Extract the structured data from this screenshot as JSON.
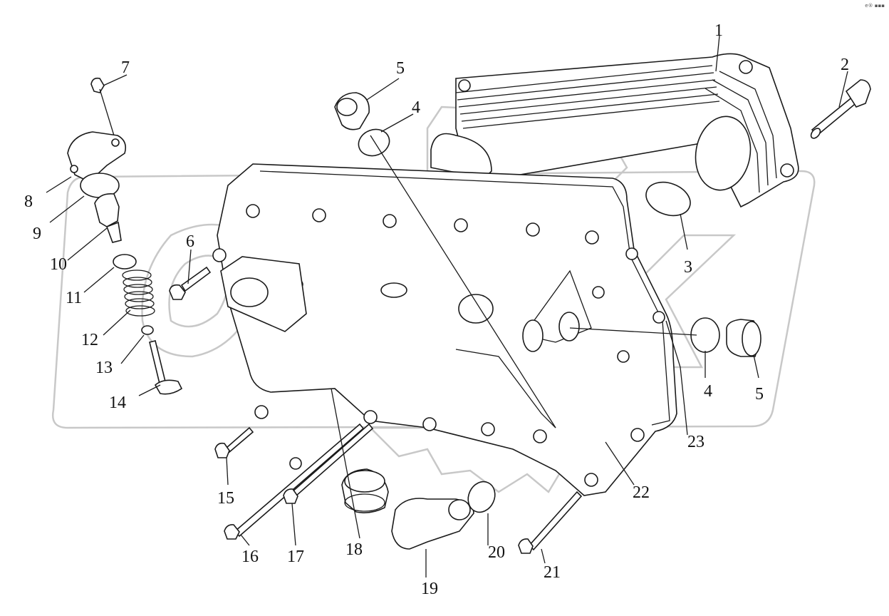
{
  "watermark": {
    "text": "OPEX",
    "color": "#c8c8c8"
  },
  "corner_mark": "e® ▪▪▪",
  "callouts": [
    {
      "id": "c1",
      "text": "1"
    },
    {
      "id": "c2",
      "text": "2"
    },
    {
      "id": "c3",
      "text": "3"
    },
    {
      "id": "c4a",
      "text": "4"
    },
    {
      "id": "c4b",
      "text": "4"
    },
    {
      "id": "c5a",
      "text": "5"
    },
    {
      "id": "c5b",
      "text": "5"
    },
    {
      "id": "c6",
      "text": "6"
    },
    {
      "id": "c7",
      "text": "7"
    },
    {
      "id": "c8",
      "text": "8"
    },
    {
      "id": "c9",
      "text": "9"
    },
    {
      "id": "c10",
      "text": "10"
    },
    {
      "id": "c11",
      "text": "11"
    },
    {
      "id": "c12",
      "text": "12"
    },
    {
      "id": "c13",
      "text": "13"
    },
    {
      "id": "c14",
      "text": "14"
    },
    {
      "id": "c15",
      "text": "15"
    },
    {
      "id": "c16",
      "text": "16"
    },
    {
      "id": "c17",
      "text": "17"
    },
    {
      "id": "c18",
      "text": "18"
    },
    {
      "id": "c19",
      "text": "19"
    },
    {
      "id": "c20",
      "text": "20"
    },
    {
      "id": "c21",
      "text": "21"
    },
    {
      "id": "c22",
      "text": "22"
    },
    {
      "id": "c23",
      "text": "23"
    }
  ]
}
